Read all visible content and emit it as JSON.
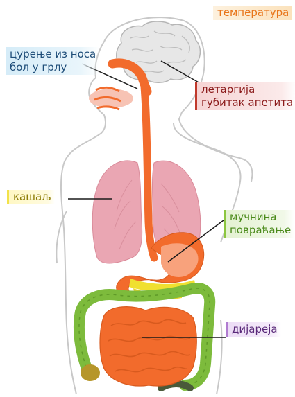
{
  "labels": {
    "temperature": "температура",
    "runny_nose": "цурење из носа",
    "sore_throat": "бол у грлу",
    "lethargy": "летаргија",
    "appetite_loss": "губитак апетита",
    "cough": "кашаљ",
    "nausea": "мучнина",
    "vomiting": "повраћање",
    "diarrhea": "дијареја"
  },
  "colors": {
    "esophagus_stomach": "#f26b2c",
    "lungs": "#e9a3b0",
    "brain": "#e6e6e6",
    "large_intestine": "#7dbb3c",
    "small_intestine": "#f26b2c",
    "liver_band": "#f0e030"
  }
}
